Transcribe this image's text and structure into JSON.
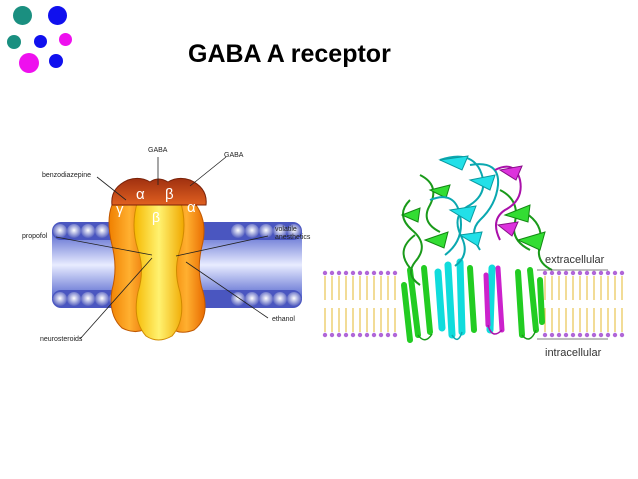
{
  "slide": {
    "title": "GABA A receptor",
    "decor_colors": {
      "teal": "#1a8f80",
      "blue": "#1010ee",
      "magenta": "#ee10ee"
    }
  },
  "left_diagram": {
    "labels": {
      "gaba_left": "GABA",
      "gaba_right": "GABA",
      "benzodiazepine": "benzodiazepine",
      "propofol": "propofol",
      "volatile": "volatile",
      "anesthetics": "anesthetics",
      "ethanol": "ethanol",
      "neurosteroids": "neurosteroids"
    },
    "subunits": {
      "gamma": "γ",
      "alpha_left": "α",
      "beta_top": "β",
      "alpha_right": "α",
      "beta_center": "β"
    }
  },
  "right_diagram": {
    "labels": {
      "extracellular": "extracellular",
      "intracellular": "intracellular"
    }
  }
}
